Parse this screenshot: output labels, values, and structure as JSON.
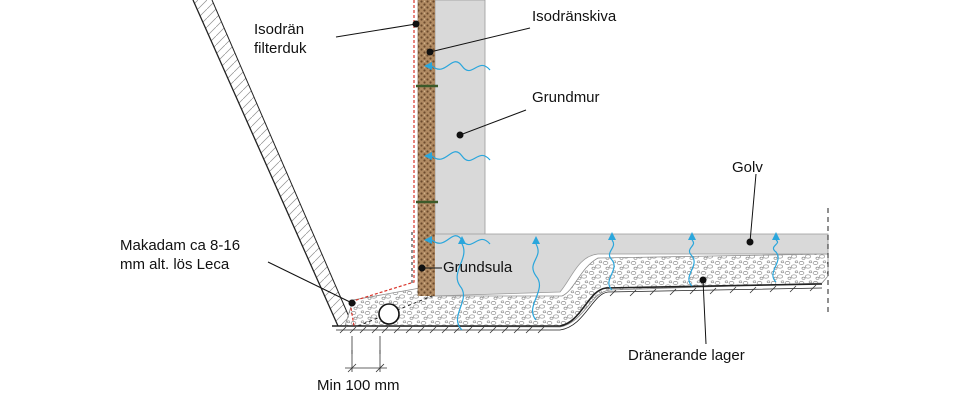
{
  "labels": {
    "isodran_filterduk": "Isodrän\nfilterduk",
    "isodranskiva": "Isodränskiva",
    "grundmur": "Grundmur",
    "golv": "Golv",
    "makadam": "Makadam ca 8-16\nmm alt. lös Leca",
    "grundsula": "Grundsula",
    "dranerande_lager": "Dränerande lager",
    "min_100": "Min 100 mm"
  },
  "colors": {
    "concrete": "#d9d9d9",
    "insulation_board": "#8a6a48",
    "filter_cloth": "#d9352b",
    "moisture": "#2aa6dc",
    "gravel_outline": "#9a9a9a",
    "line": "#222222"
  },
  "icons": {
    "drain_pipe": "drain-pipe-icon",
    "leader_dot": "leader-dot-icon",
    "moisture_arrow": "moisture-arrow-icon",
    "fastener": "wall-fastener-icon"
  }
}
